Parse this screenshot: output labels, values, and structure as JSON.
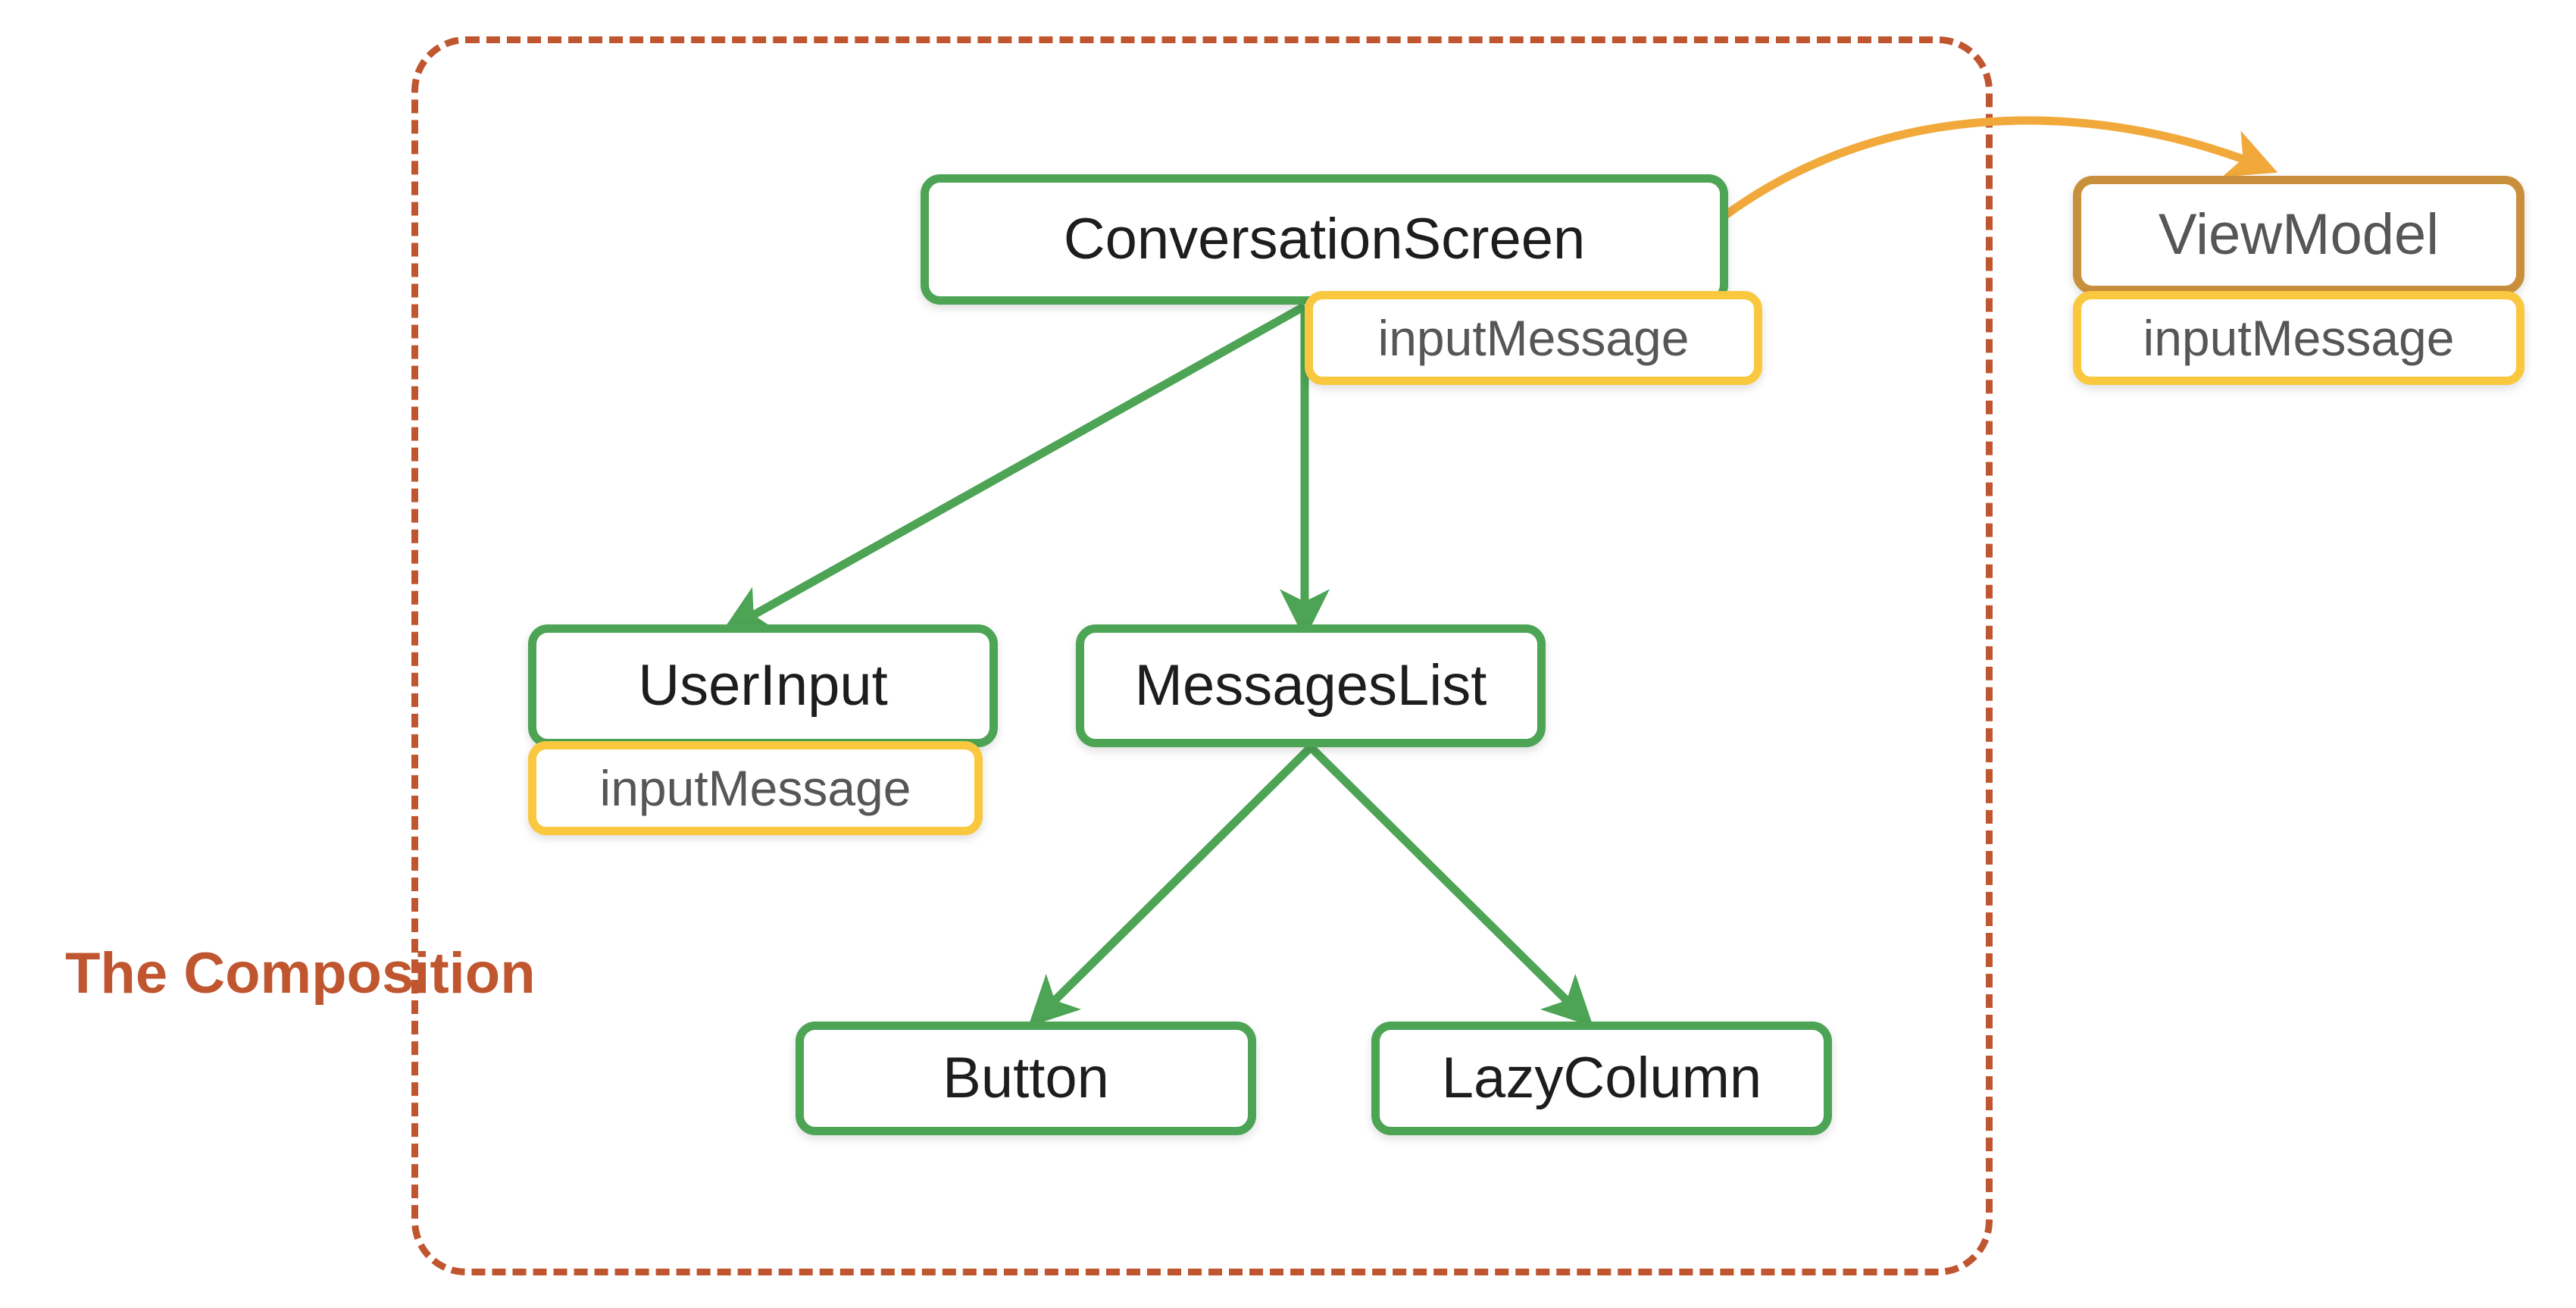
{
  "diagram": {
    "title": "Compose Composition and ViewModel state diagram",
    "boundary": {
      "caption": "The Composition",
      "style": "dashed",
      "color": "#C0562F"
    },
    "colors": {
      "composable_border": "#4CA454",
      "state_badge_border": "#FAC83F",
      "viewmodel_border": "#C8903C",
      "boundary": "#C0562F",
      "composable_arrow": "#4CA454",
      "state_arrow": "#F2A93B",
      "node_text": "#1d1d1d",
      "badge_text": "#565656",
      "background": "#ffffff"
    },
    "nodes": [
      {
        "id": "conversation-screen",
        "label": "ConversationScreen",
        "kind": "composable"
      },
      {
        "id": "conversation-input-message",
        "label": "inputMessage",
        "kind": "state-badge"
      },
      {
        "id": "viewmodel",
        "label": "ViewModel",
        "kind": "viewmodel"
      },
      {
        "id": "viewmodel-input-message",
        "label": "inputMessage",
        "kind": "state-badge"
      },
      {
        "id": "user-input",
        "label": "UserInput",
        "kind": "composable"
      },
      {
        "id": "user-input-message",
        "label": "inputMessage",
        "kind": "state-badge"
      },
      {
        "id": "messages-list",
        "label": "MessagesList",
        "kind": "composable"
      },
      {
        "id": "button",
        "label": "Button",
        "kind": "composable"
      },
      {
        "id": "lazy-column",
        "label": "LazyColumn",
        "kind": "composable"
      }
    ],
    "edges": [
      {
        "from": "conversation-screen",
        "to": "user-input",
        "color": "#4CA454",
        "style": "solid-arrow"
      },
      {
        "from": "conversation-screen",
        "to": "messages-list",
        "color": "#4CA454",
        "style": "solid-arrow"
      },
      {
        "from": "messages-list",
        "to": "button",
        "color": "#4CA454",
        "style": "solid-arrow"
      },
      {
        "from": "messages-list",
        "to": "lazy-column",
        "color": "#4CA454",
        "style": "solid-arrow"
      },
      {
        "from": "conversation-screen",
        "to": "viewmodel",
        "color": "#F2A93B",
        "style": "curved-arrow"
      }
    ]
  }
}
